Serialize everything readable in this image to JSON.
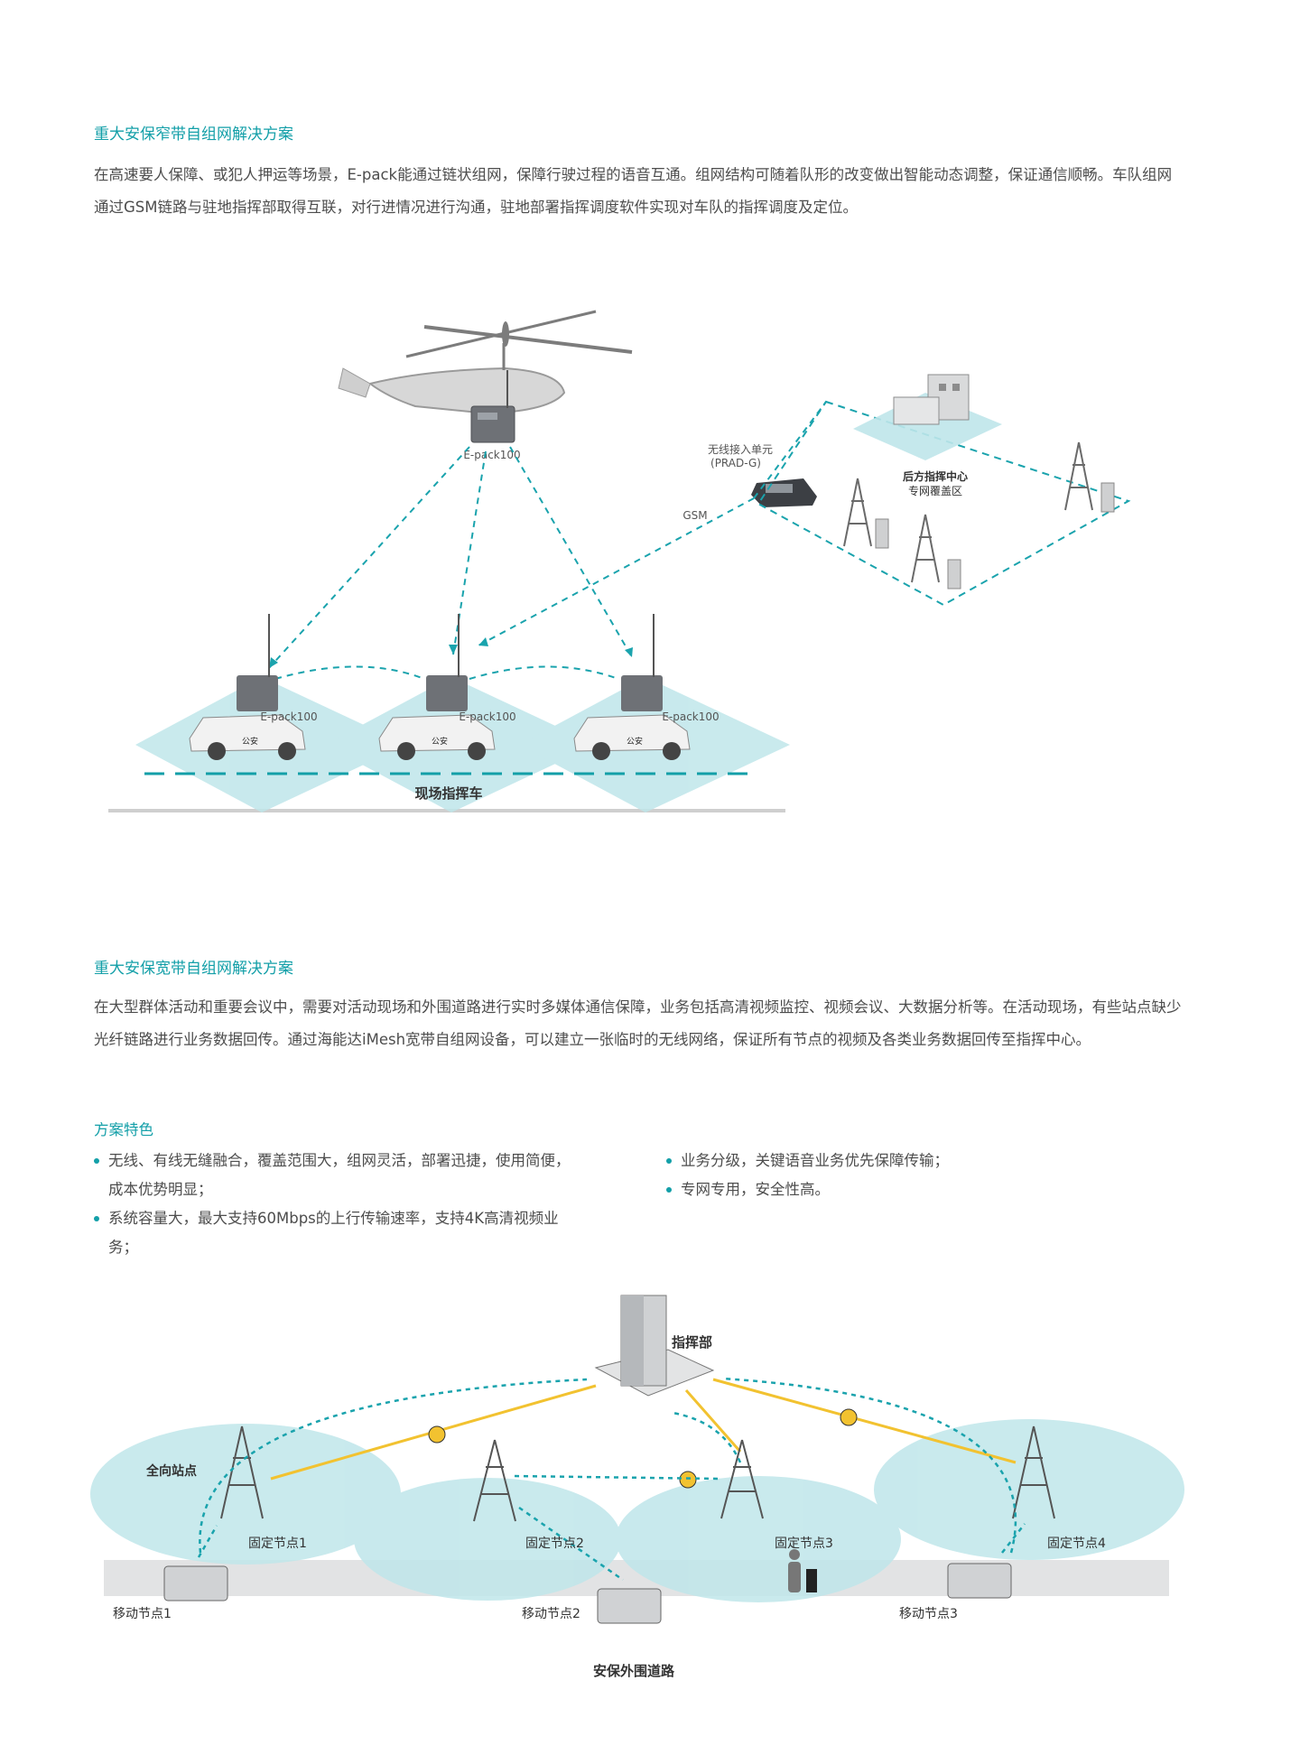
{
  "section1": {
    "title": "重大安保窄带自组网解决方案",
    "paragraph": "在高速要人保障、或犯人押运等场景，E-pack能通过链状组网，保障行驶过程的语音互通。组网结构可随着队形的改变做出智能动态调整，保证通信顺畅。车队组网通过GSM链路与驻地指挥部取得互联，对行进情况进行沟通，驻地部署指挥调度软件实现对车队的指挥调度及定位。"
  },
  "diagram1": {
    "helicopter_device": "E-pack100",
    "car_device": "E-pack100",
    "car_door_text": "公安",
    "prad_label": "无线接入单元",
    "prad_model": "(PRAD-G)",
    "gsm_label": "GSM",
    "command_center": "后方指挥中心",
    "coverage_area": "专网覆盖区",
    "bottom_label": "现场指挥车"
  },
  "section2": {
    "title": "重大安保宽带自组网解决方案",
    "paragraph": "在大型群体活动和重要会议中，需要对活动现场和外围道路进行实时多媒体通信保障，业务包括高清视频监控、视频会议、大数据分析等。在活动现场，有些站点缺少光纤链路进行业务数据回传。通过海能达iMesh宽带自组网设备，可以建立一张临时的无线网络，保证所有节点的视频及各类业务数据回传至指挥中心。"
  },
  "features": {
    "title": "方案特色",
    "left": [
      "无线、有线无缝融合，覆盖范围大，组网灵活，部署迅捷，使用简便，成本优势明显；",
      "系统容量大，最大支持60Mbps的上行传输速率，支持4K高清视频业务；"
    ],
    "right": [
      "业务分级，关键语音业务优先保障传输；",
      "专网专用，安全性高。"
    ]
  },
  "diagram2": {
    "hq": "指挥部",
    "omni_station": "全向站点",
    "fixed_nodes": [
      "固定节点1",
      "固定节点2",
      "固定节点3",
      "固定节点4"
    ],
    "mobile_nodes": [
      "移动节点1",
      "移动节点2",
      "移动节点3"
    ],
    "road": "安保外围道路"
  },
  "colors": {
    "accent": "#139fa8",
    "dash": "#1aa3ad",
    "coverage": "#bfe6ea",
    "fiber": "#f2c230"
  }
}
